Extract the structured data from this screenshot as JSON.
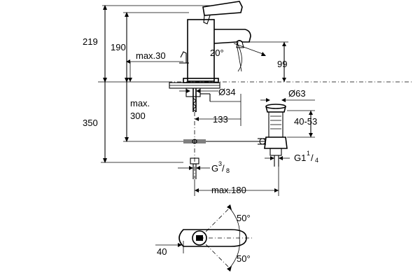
{
  "dimensions": {
    "overall_height": "219",
    "spout_height": "190",
    "lever_clearance": "max.30",
    "lever_angle": "20°",
    "outlet_projection": "99",
    "shank_diameter": "Ø34",
    "max_label": "max.",
    "below_deck_max": "300",
    "below_total": "350",
    "pull_rod_offset": "133",
    "waste_diameter": "Ø63",
    "waste_height": "40-53",
    "waste_thread_main": "G1",
    "waste_thread_num": "1",
    "waste_thread_den": "4",
    "supply_thread_main": "G",
    "supply_thread_num": "3",
    "supply_thread_den": "8",
    "waste_reach": "max.180",
    "rotation_top": "50°",
    "rotation_bottom": "50°",
    "plan_offset": "40"
  }
}
